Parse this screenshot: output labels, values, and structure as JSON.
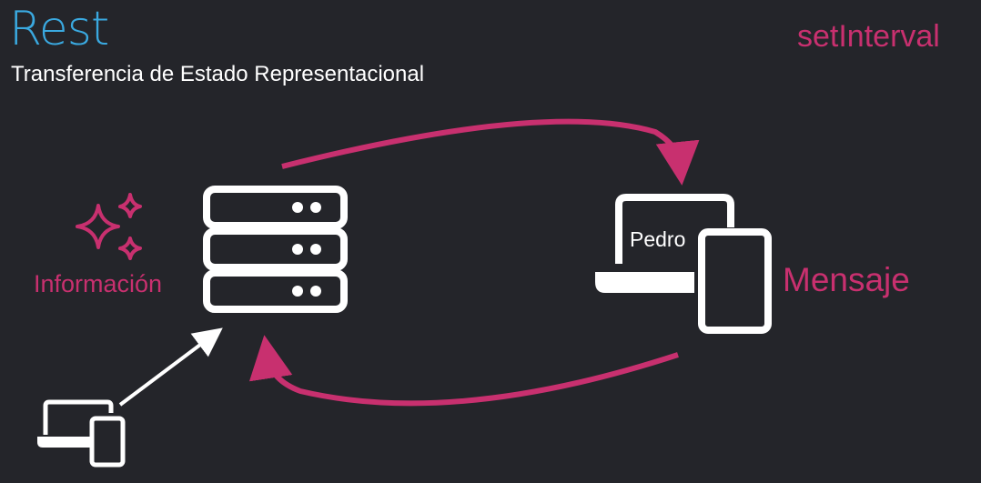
{
  "slide": {
    "title": "Rest",
    "subtitle": "Transferencia de Estado Representacional",
    "tag": "setInterval",
    "info_label": "Información",
    "message_label": "Mensaje",
    "user_name": "Pedro"
  },
  "colors": {
    "background": "#24252a",
    "accent": "#c8306f",
    "title": "#3aa9e0",
    "icon": "#ffffff"
  },
  "icons": [
    "sparkles-icon",
    "server-icon",
    "laptop-phone-icon",
    "small-laptop-phone-icon",
    "curved-arrow-icon",
    "straight-arrow-icon"
  ]
}
